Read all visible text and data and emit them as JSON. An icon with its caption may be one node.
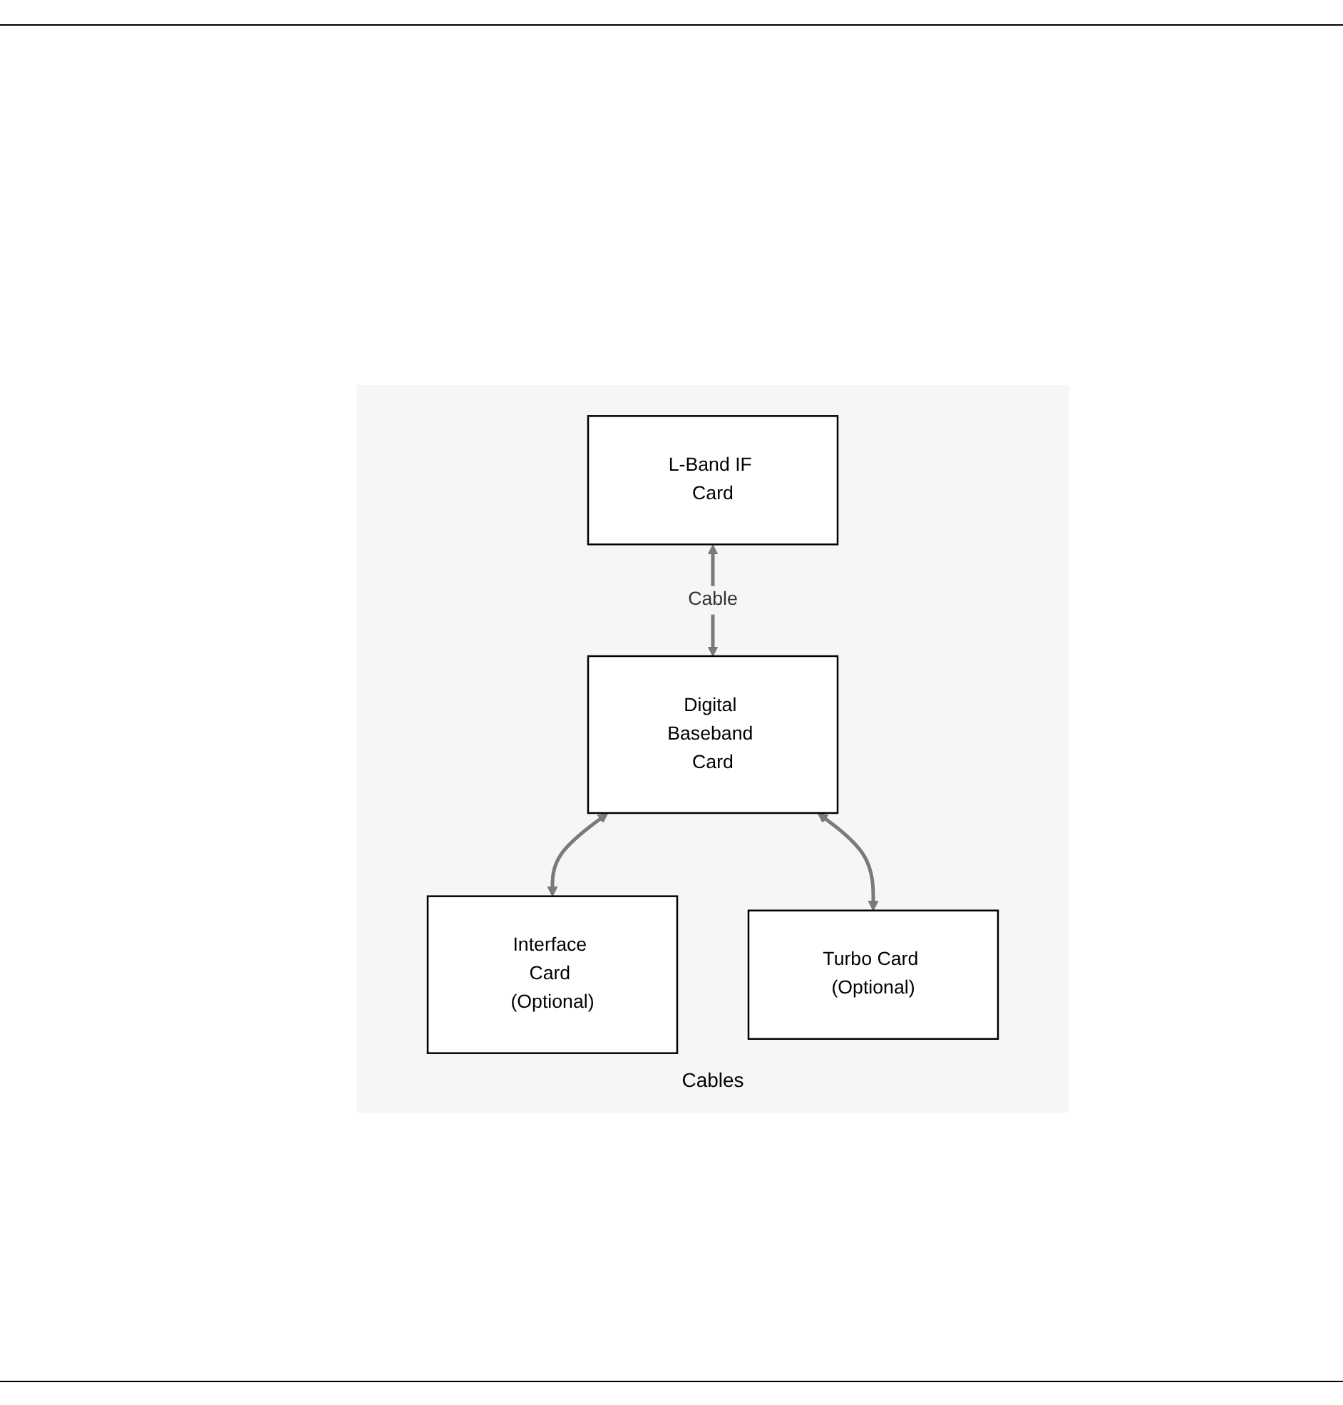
{
  "diagram": {
    "nodes": [
      {
        "text": [
          "L-Band IF Card"
        ]
      },
      {
        "text": [
          "Interface Card (Optional)"
        ]
      },
      {
        "text": [
          "Digital Baseband Card"
        ]
      },
      {
        "text": [
          "Turbo Card (Optional)"
        ]
      }
    ],
    "edges": [
      {
        "from": 0,
        "to": 2,
        "arrow": "both",
        "label": "Cable"
      },
      {
        "from": 2,
        "to": 1,
        "arrow": "both"
      },
      {
        "from": 2,
        "to": 3,
        "arrow": "both"
      }
    ],
    "labels": [
      "Cables"
    ]
  }
}
